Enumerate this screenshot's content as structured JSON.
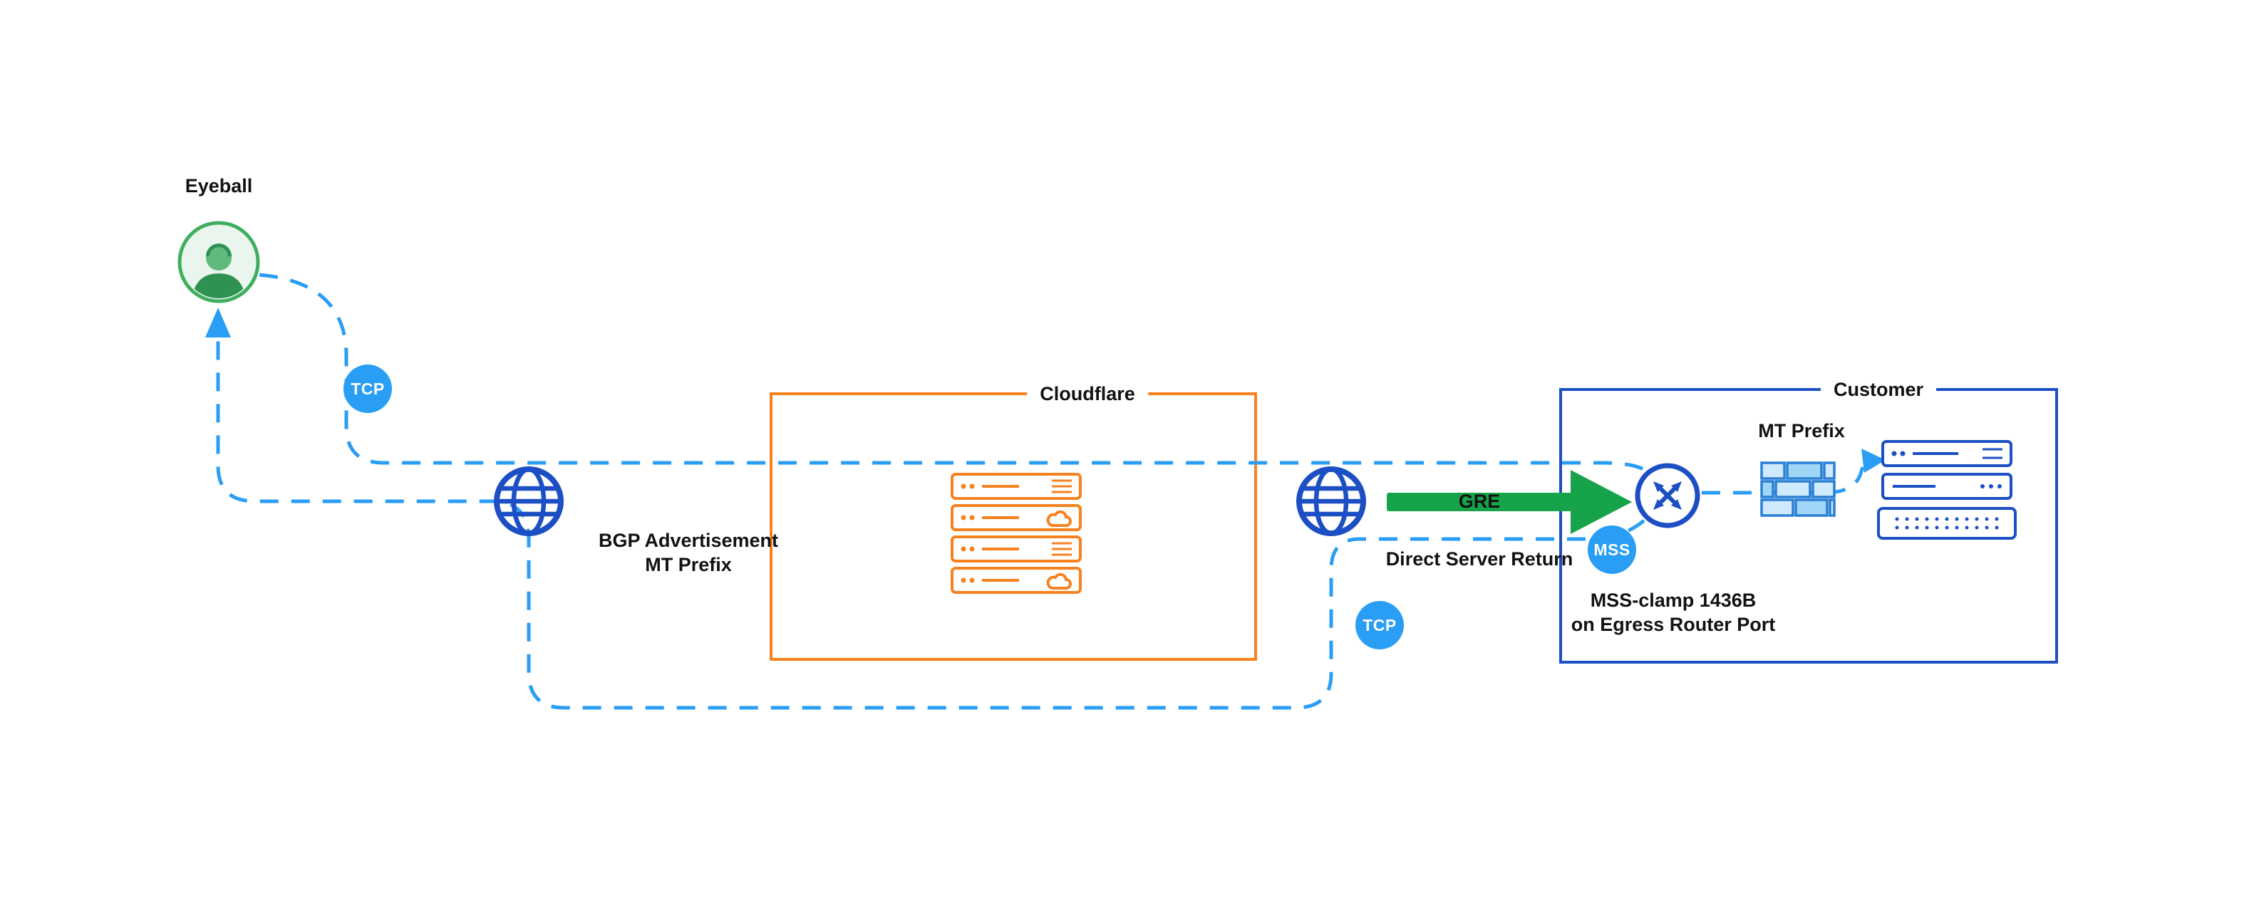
{
  "colors": {
    "line_blue": "#2a9df4",
    "dark_blue": "#1d4fc4",
    "badge_blue": "#2a9df4",
    "orange": "#f6821f",
    "green": "#16a34a",
    "eyeball_green": "#3fae5e",
    "text": "#121212"
  },
  "eyeball": {
    "label": "Eyeball"
  },
  "badges": {
    "tcp_left": "TCP",
    "tcp_right": "TCP",
    "mss": "MSS"
  },
  "left_internet": {
    "caption_line1": "BGP Advertisement",
    "caption_line2": "MT Prefix"
  },
  "cloudflare": {
    "title": "Cloudflare"
  },
  "tunnel": {
    "gre_label": "GRE",
    "dsr_label": "Direct Server Return"
  },
  "customer": {
    "title": "Customer",
    "mt_prefix_label": "MT Prefix",
    "mss_note_line1": "MSS-clamp 1436B",
    "mss_note_line2": "on Egress Router Port"
  },
  "icons": {
    "eyeball": "person-icon",
    "internet_left": "globe-icon",
    "internet_right": "globe-icon",
    "cloudflare_servers": "server-stack-icon",
    "router": "router-icon",
    "firewall": "firewall-icon",
    "customer_servers": "server-stack-icon",
    "return_arrow": "arrow-up-icon",
    "gre_arrow": "arrow-right-icon"
  }
}
